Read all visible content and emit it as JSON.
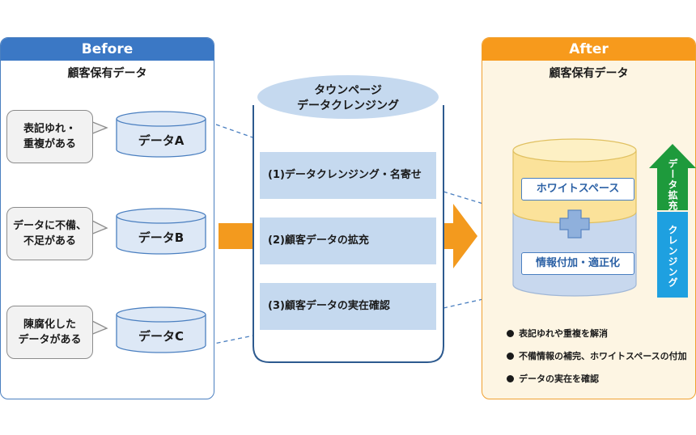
{
  "before": {
    "header": "Before",
    "title": "顧客保有データ",
    "items": [
      {
        "bubble": [
          "表記ゆれ・",
          "重複がある"
        ],
        "db": "データA"
      },
      {
        "bubble": [
          "データに不備、",
          "不足がある"
        ],
        "db": "データB"
      },
      {
        "bubble": [
          "陳腐化した",
          "データがある"
        ],
        "db": "データC"
      }
    ]
  },
  "process": {
    "title_line1": "タウンページ",
    "title_line2": "データクレンジング",
    "steps": [
      "(1)データクレンジング・名寄せ",
      "(2)顧客データの拡充",
      "(3)顧客データの実在確認"
    ]
  },
  "after": {
    "header": "After",
    "title": "顧客保有データ",
    "top_label": "ホワイトスペース",
    "bottom_label": "情報付加・適正化",
    "arrow_top": "データ拡充",
    "arrow_bottom": "クレンジング",
    "bullets": [
      "表記ゆれや重複を解消",
      "不備情報の補完、ホワイトスペースの付加",
      "データの実在を確認"
    ]
  },
  "colors": {
    "before_header": "#3b78c5",
    "after_header": "#f79a1c",
    "process_step": "#c5d9ef",
    "arrow": "#f39a1e",
    "expand_arrow": "#1e9a3c",
    "cleansing_bar": "#1ea0e0"
  }
}
